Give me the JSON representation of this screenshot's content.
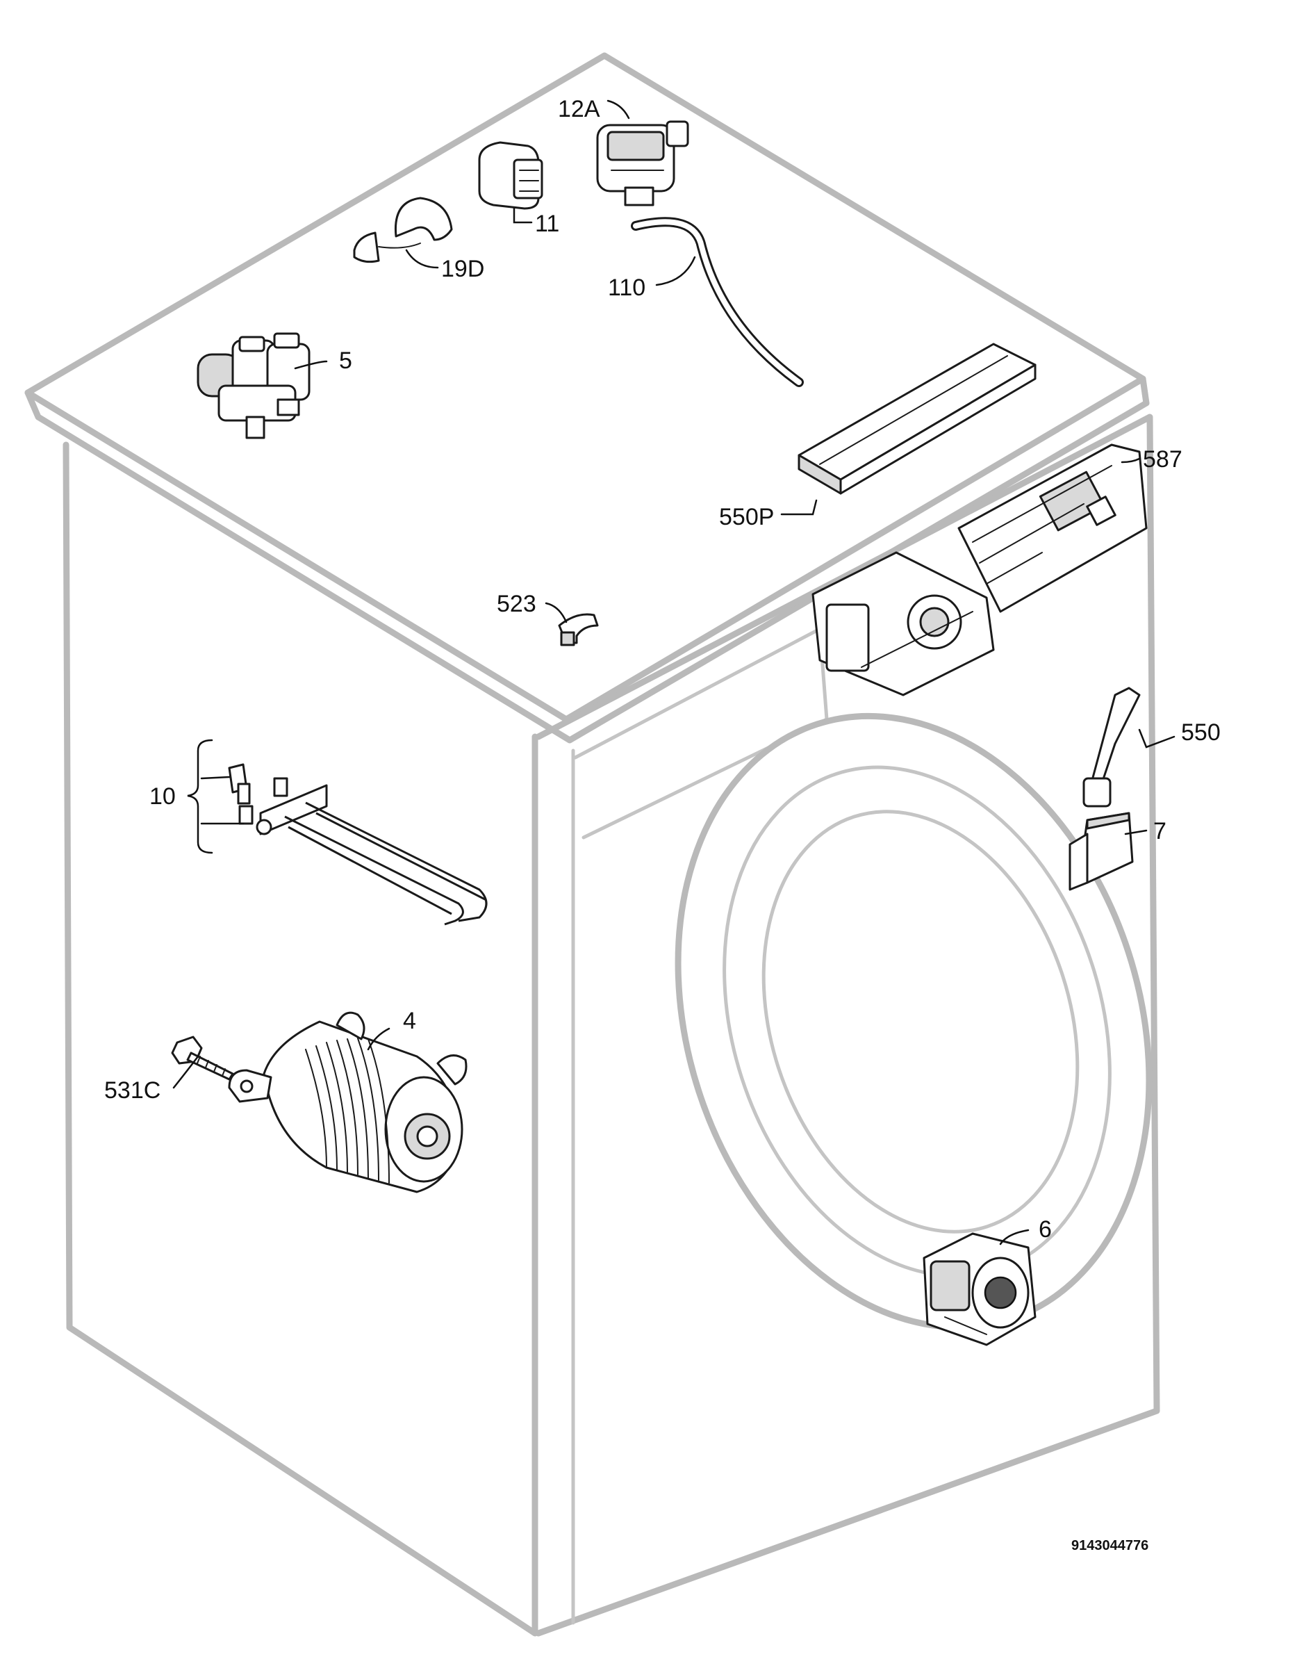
{
  "callouts": {
    "c12A": "12A",
    "c11": "11",
    "c19D": "19D",
    "c110": "110",
    "c5": "5",
    "c587": "587",
    "c550P": "550P",
    "c523": "523",
    "c550": "550",
    "c10": "10",
    "c7": "7",
    "c4": "4",
    "c531C": "531C",
    "c6": "6"
  },
  "document_number": "9143044776"
}
